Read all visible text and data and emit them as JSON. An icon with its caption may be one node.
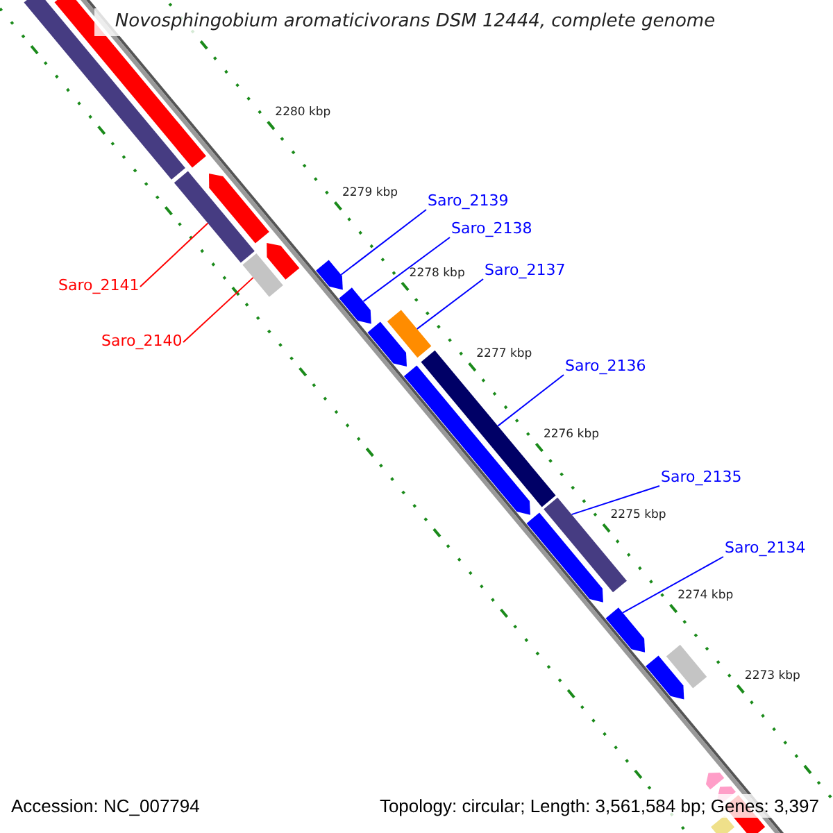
{
  "diagram": {
    "title": "Novosphingobium aromaticivorans DSM 12444, complete genome",
    "nodes": [
      {
        "text": [
          "Saro_2139"
        ]
      },
      {
        "text": [
          "Saro_2138"
        ]
      },
      {
        "text": [
          "Saro_2137"
        ]
      },
      {
        "text": [
          "Saro_2141"
        ]
      },
      {
        "text": [
          "Saro_2140"
        ]
      },
      {
        "text": [
          "Saro_2136"
        ]
      },
      {
        "text": [
          "Saro_2135"
        ]
      },
      {
        "text": [
          "Saro_2134"
        ]
      },
      {
        "text": [],
        "shape": "bar"
      },
      {
        "text": [],
        "shape": "bar"
      },
      {
        "text": [],
        "shape": "pentagon"
      },
      {
        "text": [],
        "shape": "bar"
      },
      {
        "text": [],
        "shape": "pentagon"
      },
      {
        "text": [],
        "shape": "bar"
      },
      {
        "text": [],
        "shape": "pentagon"
      },
      {
        "text": [],
        "shape": "pentagon"
      },
      {
        "text": [],
        "shape": "pentagon"
      },
      {
        "text": [],
        "shape": "bar"
      },
      {
        "text": [],
        "shape": "pentagon"
      },
      {
        "text": [],
        "shape": "bar"
      },
      {
        "text": [],
        "shape": "pentagon"
      },
      {
        "text": [],
        "shape": "bar"
      },
      {
        "text": [],
        "shape": "pentagon"
      },
      {
        "text": [],
        "shape": "pentagon"
      },
      {
        "text": [],
        "shape": "bar"
      },
      {
        "text": [],
        "shape": "pentagon"
      },
      {
        "text": [],
        "shape": "pentagon"
      },
      {
        "text": [],
        "shape": "bar"
      },
      {
        "text": [],
        "shape": "bar"
      }
    ],
    "edges": [
      {
        "from": 0,
        "to": 14,
        "arrow": "none"
      },
      {
        "from": 1,
        "to": 15,
        "arrow": "none"
      },
      {
        "from": 2,
        "to": 17,
        "arrow": "none"
      },
      {
        "from": 3,
        "to": 11,
        "arrow": "none",
        "color": "#ff0000"
      },
      {
        "from": 4,
        "to": 13,
        "arrow": "none",
        "color": "#ff0000"
      },
      {
        "from": 5,
        "to": 19,
        "arrow": "none"
      },
      {
        "from": 6,
        "to": 21,
        "arrow": "none"
      },
      {
        "from": 7,
        "to": 22,
        "arrow": "none"
      }
    ],
    "labels": [
      "2280 kbp",
      "2279 kbp",
      "2278 kbp",
      "2277 kbp",
      "2276 kbp",
      "2275 kbp",
      "2274 kbp",
      "2273 kbp",
      "Accession: NC_007794",
      "Topology: circular; Length: 3,561,584 bp; Genes: 3,397"
    ]
  }
}
